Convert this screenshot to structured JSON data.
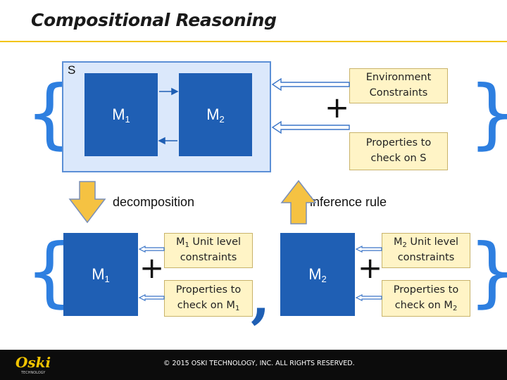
{
  "title": "Compositional Reasoning",
  "top_system": {
    "label": "S",
    "module_left": {
      "name": "M",
      "sub": "1"
    },
    "module_right": {
      "name": "M",
      "sub": "2"
    }
  },
  "top_right": {
    "env_constraints": "Environment Constraints",
    "properties_line1": "Properties to",
    "properties_line2": "check on S"
  },
  "middle": {
    "decomposition": "decomposition",
    "inference_rule": "inference rule"
  },
  "bottom_left": {
    "module": {
      "name": "M",
      "sub": "1"
    },
    "constraints_pre": "M",
    "constraints_sub": "1",
    "constraints_post": " Unit level constraints",
    "properties_pre": "Properties to check on M",
    "properties_sub": "1"
  },
  "bottom_right": {
    "module": {
      "name": "M",
      "sub": "2"
    },
    "constraints_pre": "M",
    "constraints_sub": "2",
    "constraints_post": " Unit level constraints",
    "properties_pre": "Properties to check on M",
    "properties_sub": "2"
  },
  "symbols": {
    "plus": "+",
    "comma": ",",
    "brace_open": "{",
    "brace_close": "}"
  },
  "footer": {
    "copyright": "© 2015 OSKI TECHNOLOGY, INC.  ALL RIGHTS RESERVED.",
    "logo_text": "Oski",
    "logo_subtext": "TECHNOLOGY"
  },
  "colors": {
    "accent_blue": "#1f5fb4",
    "brace_blue": "#2e7fe0",
    "yellow_box": "#fff4c6",
    "arrow_fill": "#f5c242",
    "title_rule": "#f2c400"
  }
}
